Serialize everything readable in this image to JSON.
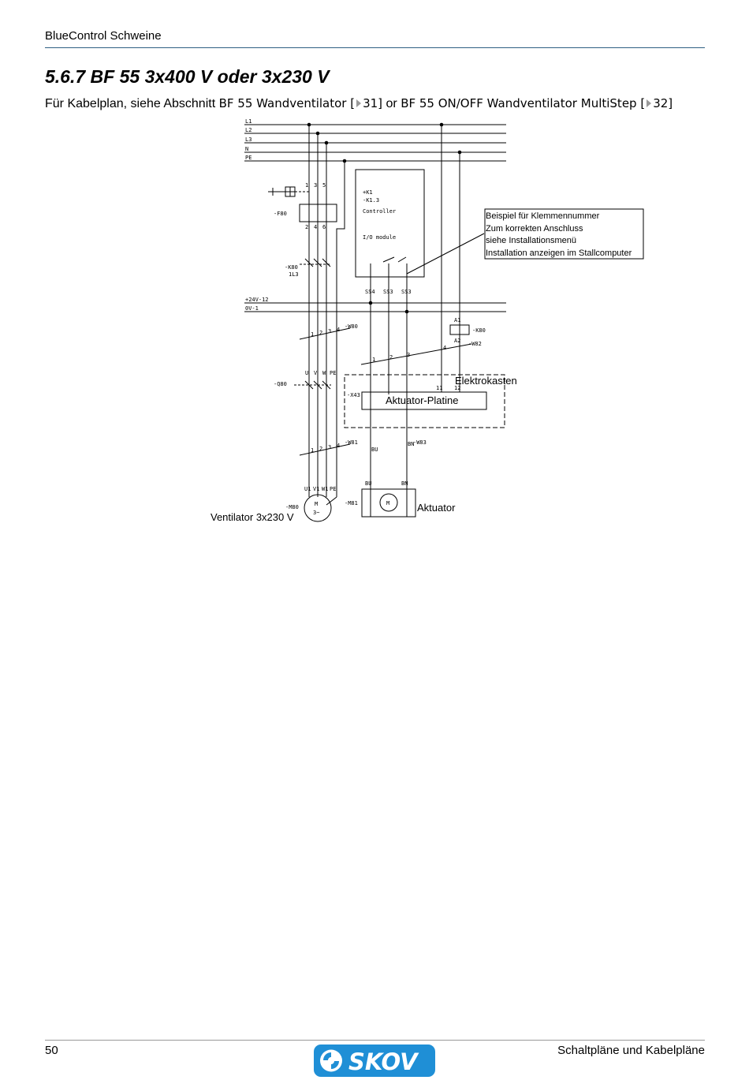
{
  "header": {
    "doc_title": "BlueControl Schweine"
  },
  "section": {
    "heading": "5.6.7 BF 55 3x400 V oder 3x230 V",
    "intro_prefix": "Für Kabelplan, siehe Abschnitt",
    "link1_text": "BF 55 Wandventilator [",
    "link1_page": "31]",
    "intro_or": "or",
    "link2_text": "BF 55 ON/OFF Wandventilator MultiStep [",
    "link2_page": "32]"
  },
  "diagram": {
    "rails": [
      "L1",
      "L2",
      "L3",
      "N",
      "PE"
    ],
    "ctrl_rails": [
      "+24V-12",
      "0V-1"
    ],
    "controller_labels": [
      "+K1",
      "-K1.3",
      "Controller",
      "I/O module"
    ],
    "terminal_labels": [
      "SS4",
      "SS3",
      "SS3"
    ],
    "note_lines": [
      "Beispiel für Klemmennummer",
      "Zum korrekten Anschluss",
      "siehe Installationsmenü",
      "Installation anzeigen im Stallcomputer"
    ],
    "device_labels": {
      "f80": "-F80",
      "k80": "-K80",
      "k80_sub": "1L3",
      "w80": "-W80",
      "q80": "-Q80",
      "k43": "-X43",
      "w81": "-W81",
      "w83": "-W83",
      "m80": "-M80",
      "m81": "-M81",
      "k80_coil": "-K80",
      "w82": "-W82",
      "a1": "A1",
      "a2": "A2",
      "bu": "BU",
      "bn": "BN",
      "motor": "M",
      "motor_sub": "3~",
      "motor_m": "M",
      "t11": "11",
      "t12": "12"
    },
    "terminals_uvw": [
      "U",
      "V",
      "W",
      "PE"
    ],
    "terminals_u1": [
      "U1",
      "V1",
      "W1",
      "PE"
    ],
    "contact_nums": [
      "1",
      "3",
      "5",
      "2",
      "4",
      "6"
    ],
    "cable_nums": [
      "1",
      "2",
      "3",
      "4"
    ],
    "elektrokasten": "Elektrokasten",
    "aktuator_platine": "Aktuator-Platine",
    "aktuator": "Aktuator",
    "ventilator": "Ventilator 3x230 V"
  },
  "footer": {
    "page_number": "50",
    "chapter": "Schaltpläne und Kabelpläne",
    "logo_text": "SKOV",
    "logo_color": "#1f8fd6"
  }
}
